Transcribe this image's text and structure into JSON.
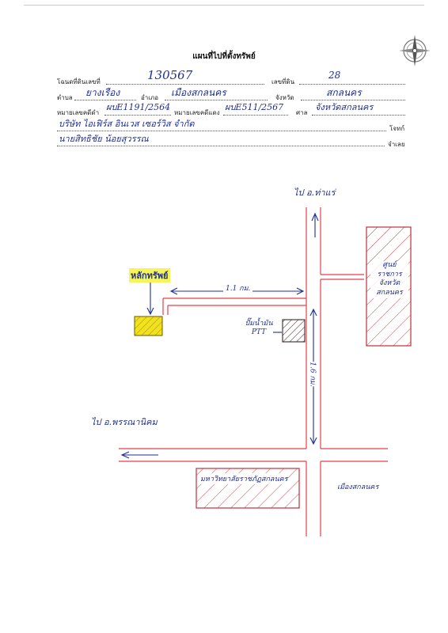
{
  "title": "แผนที่ไปที่ตั้งทรัพย์",
  "form": {
    "deed_label": "โฉนดที่ดินเลขที่",
    "deed_value": "130567",
    "land_no_label": "เลขที่ดิน",
    "land_no_value": "28",
    "subdistrict_label": "ตำบล",
    "subdistrict_value": "ยางเรือง",
    "district_label": "อำเภอ",
    "district_value": "เมืองสกลนคร",
    "province_label": "จังหวัด",
    "province_value": "สกลนคร",
    "case_black_label": "หมายเลขคดีดำ",
    "case_black_value": "ผบE1191/2564",
    "case_red_label": "หมายเลขคดีแดง",
    "case_red_value": "ผบE511/2567",
    "court_label": "ศาล",
    "court_value": "จังหวัดสกลนคร",
    "plaintiff_value": "บริษัท ไอเฟิร์ส อินเวส เซอร์วิส จำกัด",
    "plaintiff_label": "โจทก์",
    "defendant_value": "นายสิทธิชัย น้อยสุวรรณ",
    "defendant_label": "จำเลย"
  },
  "map": {
    "property_label": "หลักทรัพย์",
    "north_road_label": "ไป อ.ท่าแร่",
    "west_road_label": "ไป อ.พรรณานิคม",
    "distance_horizontal": "1.1 กม.",
    "distance_vertical": "1.6 กม.",
    "gas_station_label": "ปั๊มน้ำมัน PTT",
    "east_building_label": "ศูนย์ราชการ จังหวัด สกลนคร",
    "university_label": "มหาวิทยาลัยราชภัฏสกลนคร",
    "town_label": "เมืองสกลนคร",
    "property_fill": "#f2e21b",
    "highlight": "#f5f55a",
    "road_color": "#e5414b",
    "ink_color": "#1f2f95"
  }
}
